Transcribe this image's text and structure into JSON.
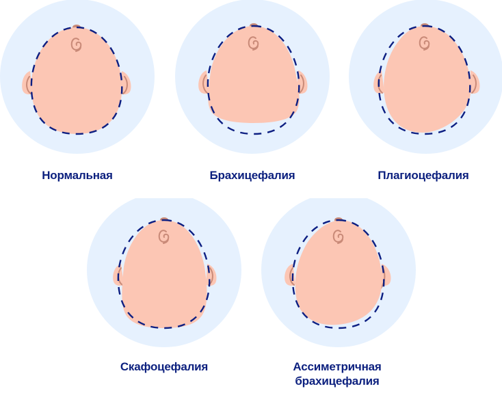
{
  "colors": {
    "background_circle": "#e6f1fe",
    "skin": "#fcc6b4",
    "skin_detail": "#c98a78",
    "outline_dashed": "#0d1f82",
    "label_text": "#0b1f7e"
  },
  "shapes": [
    {
      "id": "normal",
      "label": "Нормальная"
    },
    {
      "id": "brachycephaly",
      "label": "Брахицефалия"
    },
    {
      "id": "plagiocephaly",
      "label": "Плагиоцефалия"
    },
    {
      "id": "scaphocephaly",
      "label": "Скафоцефалия"
    },
    {
      "id": "asymmetric-brachycephaly",
      "label_line1": "Ассиметричная",
      "label_line2": "брахицефалия"
    }
  ]
}
